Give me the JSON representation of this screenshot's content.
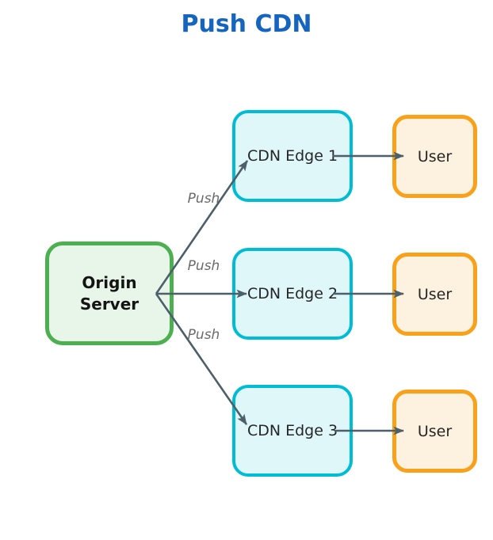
{
  "title": {
    "text": "Push CDN"
  },
  "colors": {
    "title": "#1565C0",
    "arrow": "#4C5F6A",
    "origin-border": "#4CAF50",
    "origin-fill": "#E8F5E9",
    "edge-border": "#00BCD4",
    "edge-fill": "#E0F7FA",
    "user-border": "#F9A11B",
    "user-fill": "#FDF2DF",
    "push-label": "#6B6B6B",
    "node-text": "#262626"
  },
  "nodes": {
    "origin": {
      "label": "Origin\nServer"
    },
    "edges": [
      {
        "label": "CDN Edge 1"
      },
      {
        "label": "CDN Edge 2"
      },
      {
        "label": "CDN Edge 3"
      }
    ],
    "users": [
      {
        "label": "User"
      },
      {
        "label": "User"
      },
      {
        "label": "User"
      }
    ]
  },
  "arrows": {
    "push_labels": [
      "Push",
      "Push",
      "Push"
    ]
  }
}
